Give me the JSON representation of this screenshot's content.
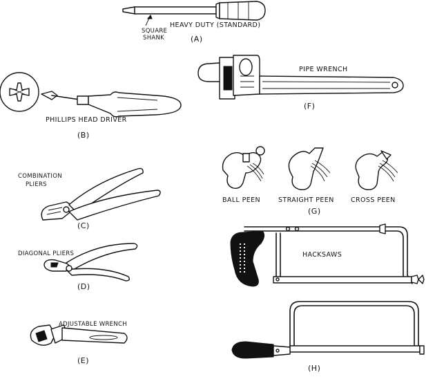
{
  "labels": {
    "a_square_shank_1": "SQUARE",
    "a_square_shank_2": "SHANK",
    "a_heavy_duty": "HEAVY DUTY (STANDARD)",
    "a_caption": "(A)",
    "b_phillips": "PHILLIPS HEAD DRIVER",
    "b_caption": "(B)",
    "f_pipe_wrench": "PIPE WRENCH",
    "f_caption": "(F)",
    "c_combination_1": "COMBINATION",
    "c_combination_2": "PLIERS",
    "c_caption": "(C)",
    "g_ball_peen": "BALL PEEN",
    "g_straight_peen": "STRAIGHT PEEN",
    "g_cross_peen": "CROSS PEEN",
    "g_caption": "(G)",
    "d_diagonal": "DIAGONAL PLIERS",
    "d_caption": "(D)",
    "h_hacksaws": "HACKSAWS",
    "h_caption": "(H)",
    "e_adjustable": "ADJUSTABLE WRENCH",
    "e_caption": "(E)"
  }
}
